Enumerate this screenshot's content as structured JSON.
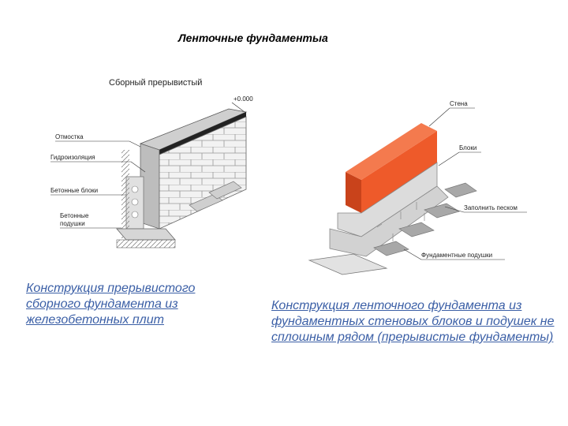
{
  "title": "Ленточные фундаментыа",
  "left_figure": {
    "heading": "Сборный прерывистый",
    "level_mark": "+0.000",
    "labels": {
      "otmostka": "Отмостка",
      "gidroizolyaciya": "Гидроизоляция",
      "betonnye_bloki": "Бетонные блоки",
      "betonnye_podushki_1": "Бетонные",
      "betonnye_podushki_2": "подушки"
    }
  },
  "right_figure": {
    "labels": {
      "stena": "Стена",
      "bloki": "Блоки",
      "zapolnit_peskom": "Заполнить песком",
      "fundamentnye_podushki": "Фундаментные подушки"
    }
  },
  "captions": {
    "left": "Конструкция прерывистого сборного фундамента из железобетонных плит",
    "right": "Конструкция ленточного фундамента из фундаментных стеновых блоков и подушек не сплошным рядом (прерывистые фундаменты)"
  },
  "colors": {
    "caption": "#3b5fa6",
    "wall": "#ee5a2a",
    "block": "#dcdcdc",
    "block_shadow": "#a8a8a8"
  }
}
